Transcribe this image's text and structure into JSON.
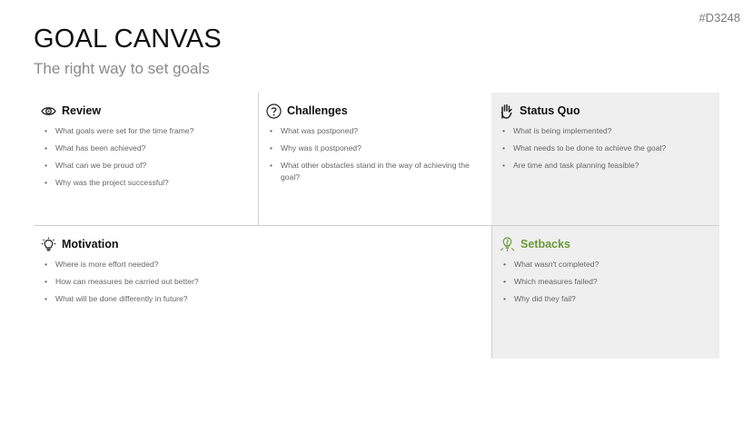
{
  "header": {
    "code": "#D3248",
    "title": "GOAL CANVAS",
    "subtitle": "The right way to set goals"
  },
  "colors": {
    "accent_green": "#6a9a3a",
    "panel_gray": "#efefef"
  },
  "sections": {
    "review": {
      "icon": "eye-icon",
      "title": "Review",
      "items": [
        "What goals were set for the time frame?",
        "What has been achieved?",
        "What can we be proud of?",
        "Why was the project successful?"
      ]
    },
    "challenges": {
      "icon": "question-icon",
      "title": "Challenges",
      "items": [
        "What was postponed?",
        "Why was it postponed?",
        "What other obstacles stand in the way of achieving the goal?"
      ]
    },
    "status_quo": {
      "icon": "hand-icon",
      "title": "Status Quo",
      "items": [
        "What is being implemented?",
        "What needs to be done to achieve the goal?",
        "Are time and task planning feasible?"
      ]
    },
    "motivation": {
      "icon": "lightbulb-icon",
      "title": "Motivation",
      "items": [
        "Where is more effort needed?",
        "How can measures be carried out better?",
        "What will be done differently in future?"
      ]
    },
    "setbacks": {
      "icon": "broken-lightbulb-icon",
      "title": "Setbacks",
      "items": [
        "What wasn't completed?",
        "Which measures failed?",
        "Why did they fail?"
      ]
    }
  }
}
